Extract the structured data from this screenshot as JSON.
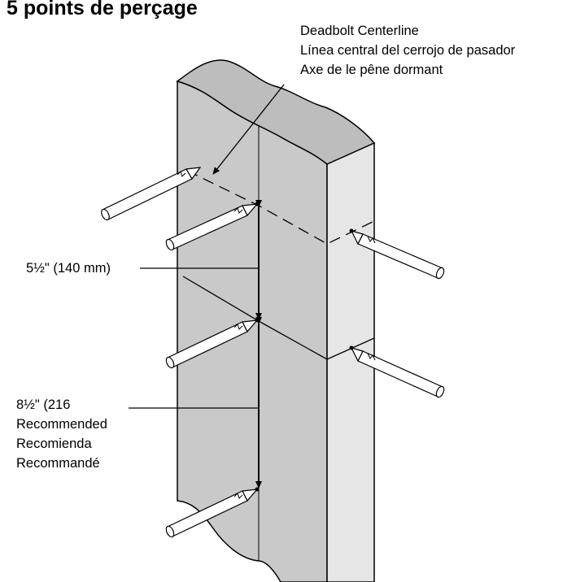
{
  "title": "5 points de perçage",
  "deadbolt": {
    "line1": "Deadbolt Centerline",
    "line2": "Línea central del cerrojo de pasador",
    "line3": "Axe de le pêne dormant"
  },
  "dim1": {
    "label": "5½\" (140 mm)"
  },
  "dim2": {
    "line1": "8½\" (216",
    "line2": "Recommended",
    "line3": "Recomienda",
    "line4": "Recommandé"
  },
  "colors": {
    "front_face": "#c9c9c9",
    "side_face": "#e6e6e6",
    "top_face": "#bdbdbd",
    "line": "#000000"
  }
}
